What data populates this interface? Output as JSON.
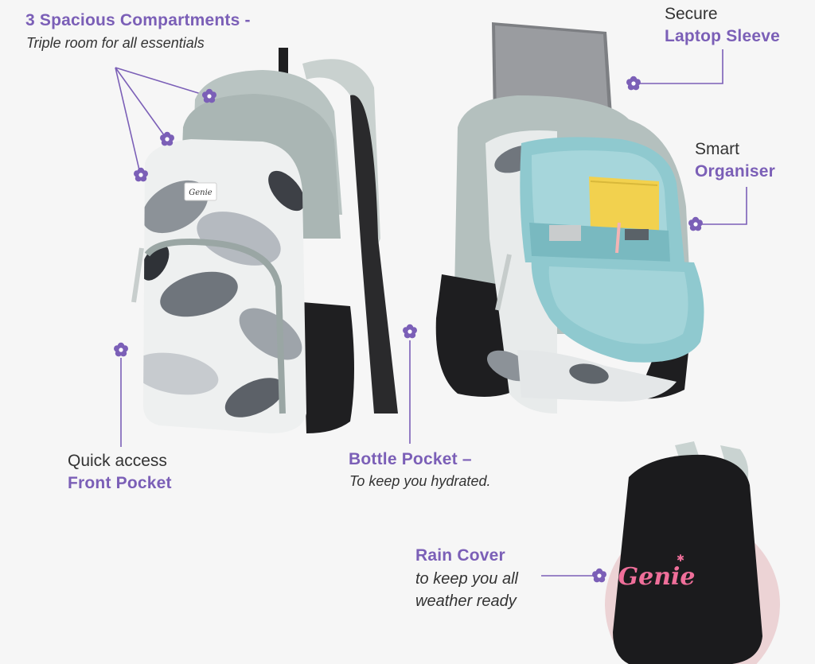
{
  "colors": {
    "accent": "#7b5fb7",
    "text": "#333333",
    "backpack_grey": "#b9c4c2",
    "lining_teal": "#8fc9cf",
    "rain_cover": "#1b1b1d",
    "brand_pink": "#ef6f9a"
  },
  "icons": {
    "feature_marker": "flower-icon"
  },
  "features": {
    "compartments": {
      "title": "3 Spacious Compartments -",
      "subtitle": "Triple room for all essentials"
    },
    "laptop": {
      "line1": "Secure",
      "title": "Laptop Sleeve"
    },
    "organiser": {
      "line1": "Smart",
      "title": "Organiser"
    },
    "front_pocket": {
      "line1": "Quick access",
      "title": "Front Pocket"
    },
    "bottle": {
      "title": "Bottle Pocket –",
      "subtitle": "To keep you hydrated."
    },
    "rain": {
      "title": "Rain Cover",
      "line1": "to keep you all",
      "line2": "weather ready"
    }
  },
  "brand": {
    "logo_text": "Genie"
  }
}
